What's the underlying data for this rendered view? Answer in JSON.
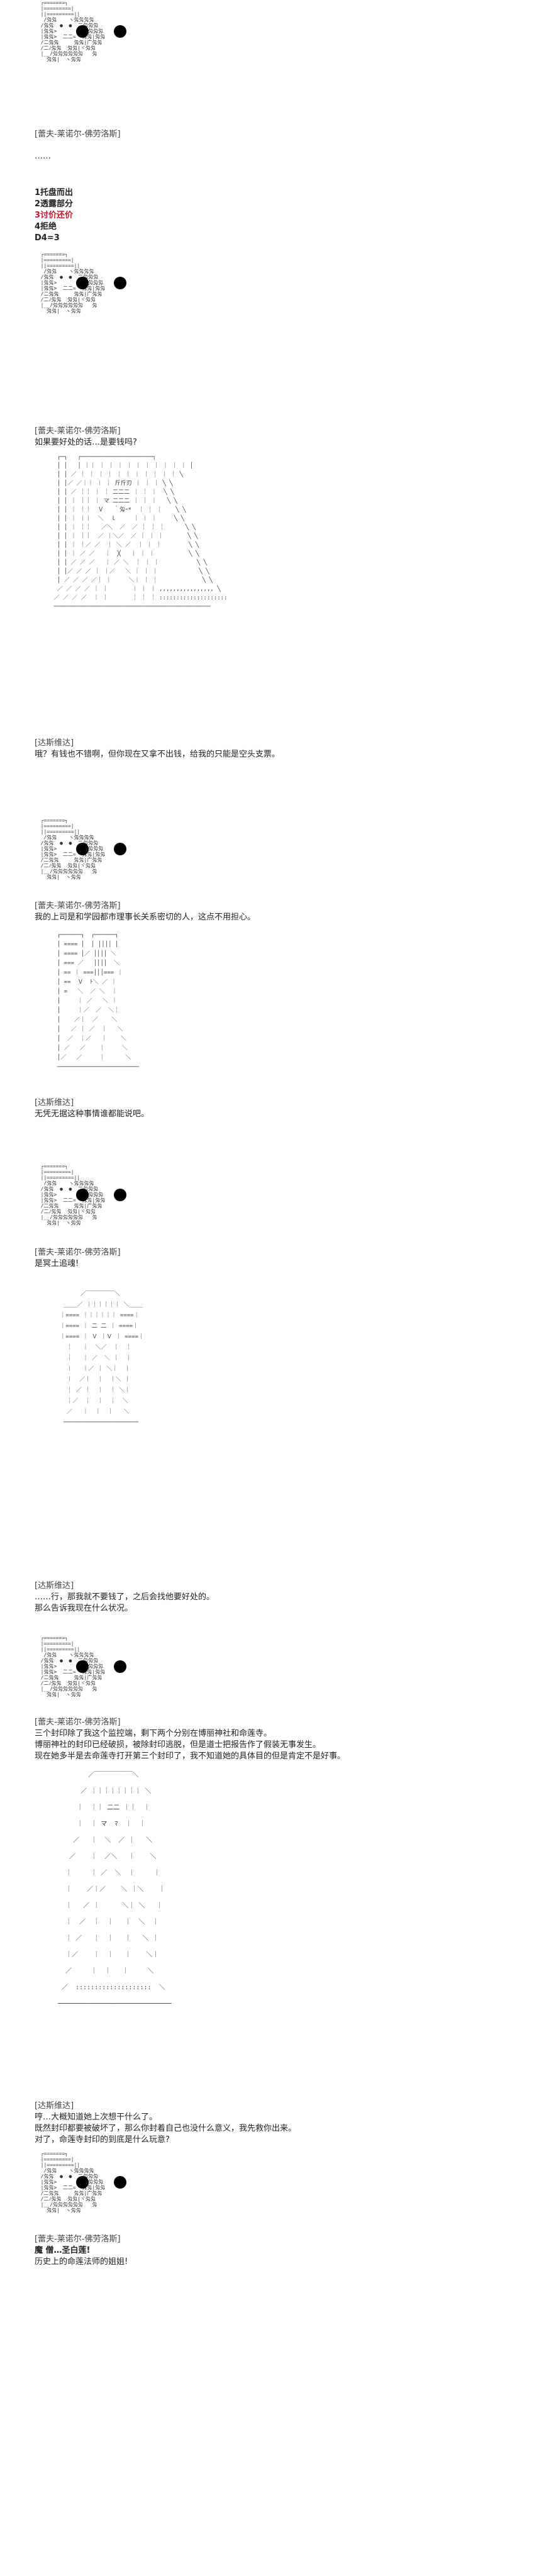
{
  "face_aa": "  ┌=======┐\n  |=========|\n  ||=========||\n   /匁匁    ヽ匁匁匁匁\n  /匁匁  ●  ●  二匁匁匁\n  |匁匁>       匁匁匁匁匁\n  |匁匁>  二二=  匁匁|匁匁\n  /二匁匁     匁匁|广匁匁\n  /二ﾉ匁匁  匁匁|ヾ匁匁\n  |__/匁匁匁匁匁匁   匁\n    匁匁|  ヽ匁匁",
  "sections": [
    {
      "speaker": "[蕾夫-莱诺尔-佛劳洛斯]",
      "lines": [
        "……"
      ]
    },
    {
      "menu": [
        "1托盘而出",
        "2透露部分",
        "3讨价还价",
        "4拒绝",
        "D4=3"
      ]
    },
    {
      "speaker": "[蕾夫-莱诺尔-佛劳洛斯]",
      "lines": [
        "如果要好处的话…是要钱吗?"
      ]
    },
    {
      "speaker": "[达斯维达]",
      "lines": [
        "哦？有钱也不错啊，但你现在又拿不出钱，给我的只能是空头支票。"
      ]
    },
    {
      "speaker": "[蕾夫-莱诺尔-佛劳洛斯]",
      "lines": [
        "我的上司是和学园都市理事长关系密切的人，这点不用担心。"
      ]
    },
    {
      "speaker": "[达斯维达]",
      "lines": [
        "无凭无据这种事情谁都能说吧。"
      ]
    },
    {
      "speaker": "[蕾夫-莱诺尔-佛劳洛斯]",
      "lines": [
        "是冥土追魂!"
      ]
    },
    {
      "speaker": "[达斯维达]",
      "lines": [
        "……行，那我就不要钱了，之后会找他要好处的。",
        "那么告诉我现在什么状况。"
      ]
    },
    {
      "speaker": "[蕾夫-莱诺尔-佛劳洛斯]",
      "lines": [
        "三个封印除了我这个监控端，剩下两个分别在博丽神社和命莲寺。",
        "博丽神社的封印已经破损，被除封印逃脱，但是道士把报告作了假装无事发生。",
        "现在她多半是去命莲寺打开第三个封印了，我不知道她的具体目的但是肯定不是好事。"
      ]
    },
    {
      "speaker": "[达斯维达]",
      "lines": [
        "哼…大概知道她上次想干什么了。",
        "既然封印都要被破坏了，那么你封着自己也没什么意义，我先救你出来。",
        "对了，命莲寺封印的到底是什么玩意?"
      ]
    },
    {
      "speaker": "[蕾夫-莱诺尔-佛劳洛斯]",
      "lines": [
        "魔  僧…圣白莲!",
        "历史上的命莲法师的姐姐!"
      ]
    }
  ],
  "large_aa": [
    "  ┌─┐   ┌─────────────────────┐\n  │ │   │ ｜｜ ｜ ｜ ｜ ｜ ｜ ｜ ｜ ｜ ｜ ｜ │\n  │ │ ／ ｜ ｜ ｜ ｜ ｜ ｜ ｜ ｜ ｜ ｜ ｜ ╲\n  │ │／ ／｜｜ ｜ ｜ 斤斤刃 ｜ ｜ ｜ ╲ ╲\n  │ │ ／ ｜｜ ｜ ｜ 二二二 ｜ ｜ ｜  ╲ ╲\n  │ │ ｜ ｜｜ ｜ マ 二二二 ｜ ｜ ｜   ╲ ╲\n  │ │ ｜ ｜｜  Ｖ   ｀匁ｰ*  ｜ ｜ ｜    ╲ ╲\n  │ │ ｜ ｜｜  ＼  ｌ     ｜ ｜ ｜     ╲ ╲\n  │ │ ｜ ｜｜   ／＼  ／  ／ ｜ ｜ ｜      ╲ ╲\n  │ │ ｜ ｜｜  ／ ｜＼／  ／ ｜ ｜ ｜       ╲ ╲\n  │ │ ｜ ｜／ ／  ｜ ＼ ／  ｜ ｜ ｜        ╲ ╲\n  │ │ ｜ ／ ／   ｜  ╳   ｜ ｜ ｜          ╲ ╲\n  │ │ ／ ／ ／   ｜ ／ ＼  ｜ ｜ ｜           ╲ ╲\n  │ │／ ／ ／ ｜ ｜／   ＼ ｜ ｜ ｜            ╲ ╲\n  │ ／ ／ ／ ／｜ ｜     ＼｜ ｜ ｜             ╲ ╲\n  ／ ／ ／ ／ ｜ ｜       ｜ ｜ ｜ ,,,,,,,,,,,,,,,, ╲\n ／ ／ ／ ／  ｜ ｜       ｜ ｜ ｜ ::::::::::::::::::::\n ──────────────────────────────────────────────",
    "  ┌──────┐  ┌──────┐\n  │ ==== │  │ ││││ │\n  │ ==== │／ ││││ ＼\n  │ === ／   ││││  ＼\n  │ == ｜ ===│││=== ｜\n  │ ==  Ｖ  ﾄ＼ ／ ｜\n  │ =   ＼  ／ ＼  ｜\n  │     ｜ ／   ＼ ｜\n  │     ｜／  ／  ＼｜\n  │    ／｜  ／    ＼\n  │   ／ ｜ ／  ｜   ＼\n  │  ／  ｜／   ｜    ＼\n  │ ／   ／    ｜     ＼\n  │／   ／     ｜      ＼\n  ────────────────────────",
    "       ／￣￣￣￣￣＼\n  ____／ ｜｜｜｜｜｜ ＼____\n ｜==== ｜｜｜｜｜｜ ====｜\n ｜==== ｜ 二 二 ｜ ====｜\n ｜==== ｜ Ｖ ｜Ｖ ｜ ====｜\n   ｜   ｜  ＼／  ｜  ｜\n   ｜   ｜ ／  ＼ ｜  ｜\n   ｜   ｜／ ｜ ＼｜  ｜\n   ｜  ／｜  ｜  ｜＼ ｜\n   ｜ ／ ｜  ｜  ｜ ＼｜\n   ｜／  ｜  ｜  ｜  ＼\n   ／   ｜  ｜  ｜   ＼\n  ──────────────────────",
    "          ／￣￣￣￣￣￣＼\n        ／ ｜｜｜｜｜｜｜｜ ＼\n       ｜  ｜｜ 二二 ｜｜  ｜\n       ｜  ｜ マ  ﾏ  ｜  ｜\n      ／   ｜  ＼  ／ ｜   ＼\n     ／    ｜  ／＼   ｜    ＼\n    ｜     ｜ ／  ＼  ｜     ｜\n    ｜    ／｜／    ＼ ｜＼    ｜\n    ｜   ／ ｜      ＼｜ ＼   ｜\n    ｜  ／  ｜  ｜   ｜  ＼  ｜\n    ｜ ／   ｜  ｜   ｜   ＼ ｜\n    ｜／    ｜  ｜   ｜    ＼｜\n    ／     ｜  ｜   ｜     ＼\n   ／  ::::::::::::::::::::  ＼\n  ──────────────────────────────"
  ]
}
